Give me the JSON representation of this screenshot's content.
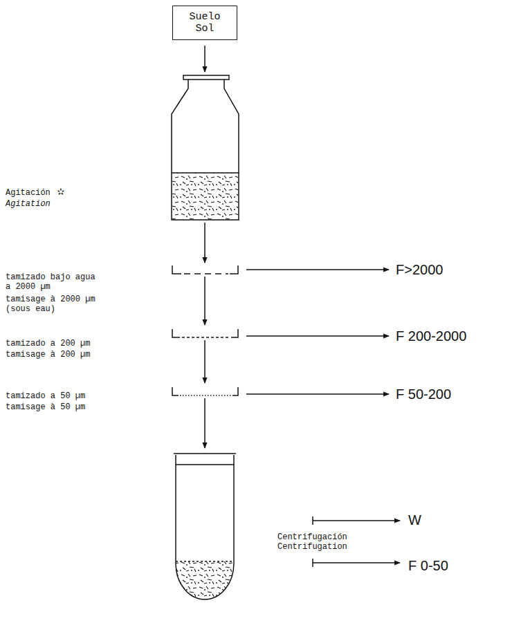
{
  "diagram": {
    "nodes": [
      {
        "text": [
          "Suelo Sol"
        ]
      }
    ],
    "labels": [
      "Agitación",
      "✫",
      "Agitation",
      "tamizado bajo agua a 2000 µm",
      "tamisage à 2000 µm (sous eau)",
      "tamizado a 200 µm",
      "tamisage à 200 µm",
      "tamizado a 50 µm",
      "tamisage à 50 µm",
      "F>2000",
      "F 200-2000",
      "F 50-200",
      "W",
      "Centrifugación Centrifugation",
      "F 0-50"
    ]
  }
}
